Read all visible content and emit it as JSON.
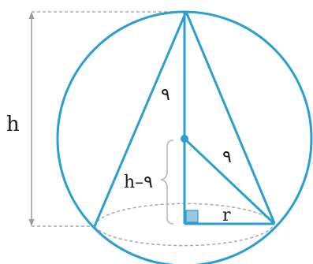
{
  "labels": {
    "height": "h",
    "sphere_radius_upper": "۹",
    "sphere_radius_right": "۹",
    "h_minus_radius": "h–۹",
    "base_radius": "r"
  },
  "colors": {
    "primary": "#2a9fd0",
    "dashed": "#a9a9a9",
    "right_angle_fill": "#9cc6e0",
    "text": "#1a1a1a"
  }
}
